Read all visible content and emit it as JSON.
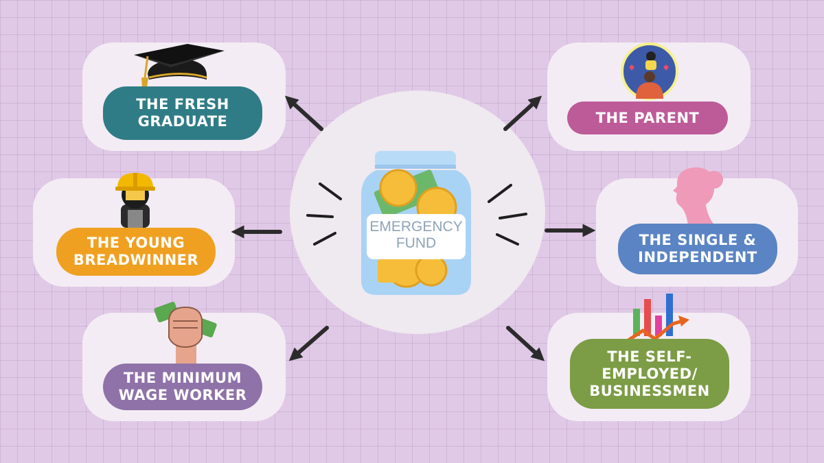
{
  "center": {
    "line1": "EMERGENCY",
    "line2": "FUND"
  },
  "nodes": {
    "fresh_graduate": {
      "line1": "THE FRESH",
      "line2": "GRADUATE",
      "color": "#2f7c87",
      "icon": "graduation-cap-icon"
    },
    "young_breadwinner": {
      "line1": "THE YOUNG",
      "line2": "BREADWINNER",
      "color": "#f0a020",
      "icon": "construction-worker-icon"
    },
    "minimum_wage_worker": {
      "line1": "THE MINIMUM",
      "line2": "WAGE WORKER",
      "color": "#8e72a8",
      "icon": "fist-with-money-icon"
    },
    "parent": {
      "line1": "THE PARENT",
      "color": "#bd5b98",
      "icon": "parent-child-icon"
    },
    "single_independent": {
      "line1": "THE SINGLE &",
      "line2": "INDEPENDENT",
      "color": "#5a84c4",
      "icon": "woman-silhouette-icon"
    },
    "self_employed": {
      "line1": "THE SELF-",
      "line2": "EMPLOYED/",
      "line3": "BUSINESSMEN",
      "color": "#7c9c45",
      "icon": "growth-chart-icon"
    }
  },
  "colors": {
    "background": "#e0c9e6",
    "card": "#f3ecf4",
    "arrow": "#2b2b2b",
    "jar": "#a9d3f5",
    "coin": "#f5bd3a"
  }
}
